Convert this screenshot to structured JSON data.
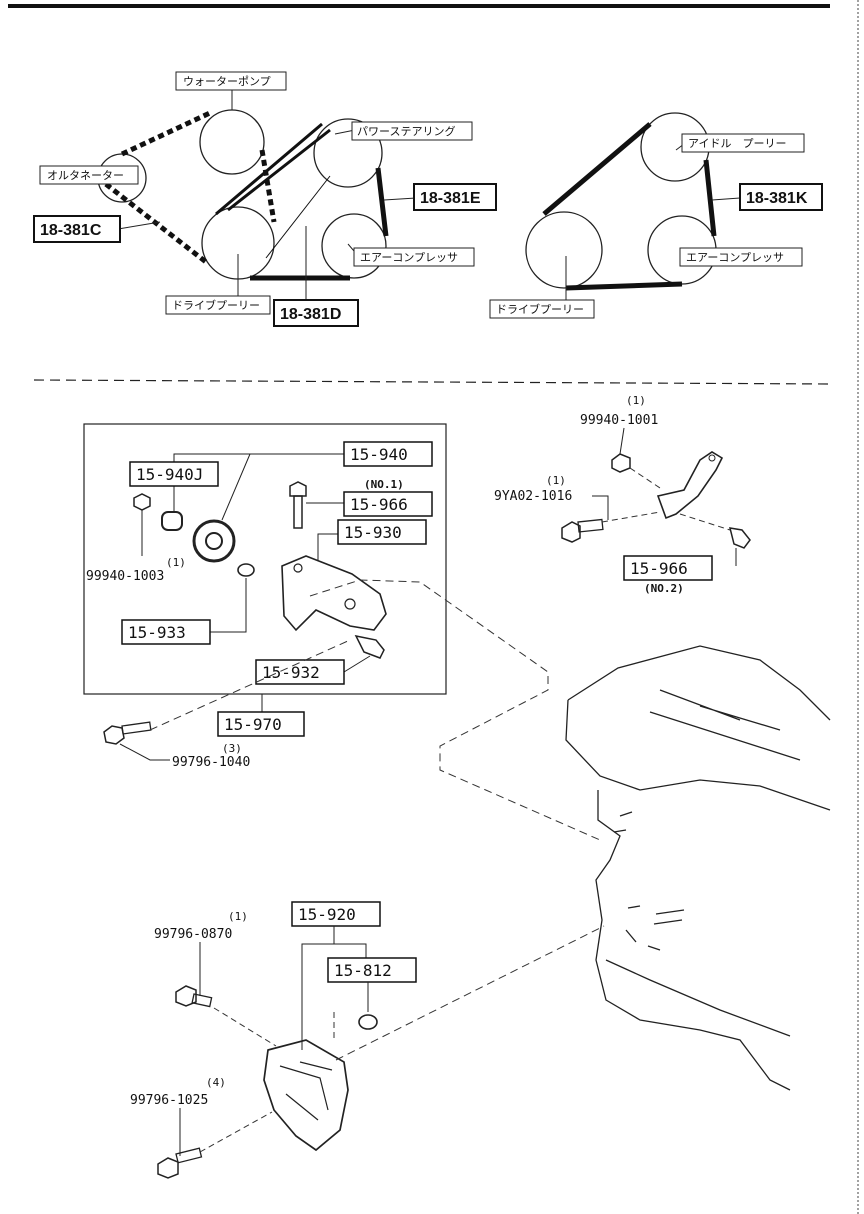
{
  "belt_diagram_left": {
    "pulleys": {
      "water_pump": "ウォーターポンプ",
      "alternator": "オルタネーター",
      "power_steering": "パワーステアリング",
      "aircon_compressor": "エアーコンプレッサ",
      "drive_pulley": "ドライブプーリー"
    },
    "belts": {
      "belt_c": "18-381C",
      "belt_d": "18-381D",
      "belt_e": "18-381E"
    }
  },
  "belt_diagram_right": {
    "pulleys": {
      "idler_pulley": "アイドル　プーリー",
      "aircon_compressor": "エアーコンプレッサ",
      "drive_pulley": "ドライブプーリー"
    },
    "belts": {
      "belt_k": "18-381K"
    }
  },
  "parts": {
    "p15940": "15-940",
    "p15940J": "15-940J",
    "p15966_no1": "15-966",
    "p15966_no1_note": "(NO.1)",
    "p15930": "15-930",
    "p15933": "15-933",
    "p15932": "15-932",
    "p15970": "15-970",
    "p15966_no2": "15-966",
    "p15966_no2_note": "(NO.2)",
    "p15920": "15-920",
    "p15812": "15-812"
  },
  "fasteners": {
    "f99940_1003": "99940-1003",
    "f99940_1003_qty": "(1)",
    "f99796_1040": "99796-1040",
    "f99796_1040_qty": "(3)",
    "f99940_1001": "99940-1001",
    "f99940_1001_qty": "(1)",
    "f9YA02_1016": "9YA02-1016",
    "f9YA02_1016_qty": "(1)",
    "f99796_0870": "99796-0870",
    "f99796_0870_qty": "(1)",
    "f99796_1025": "99796-1025",
    "f99796_1025_qty": "(4)"
  }
}
